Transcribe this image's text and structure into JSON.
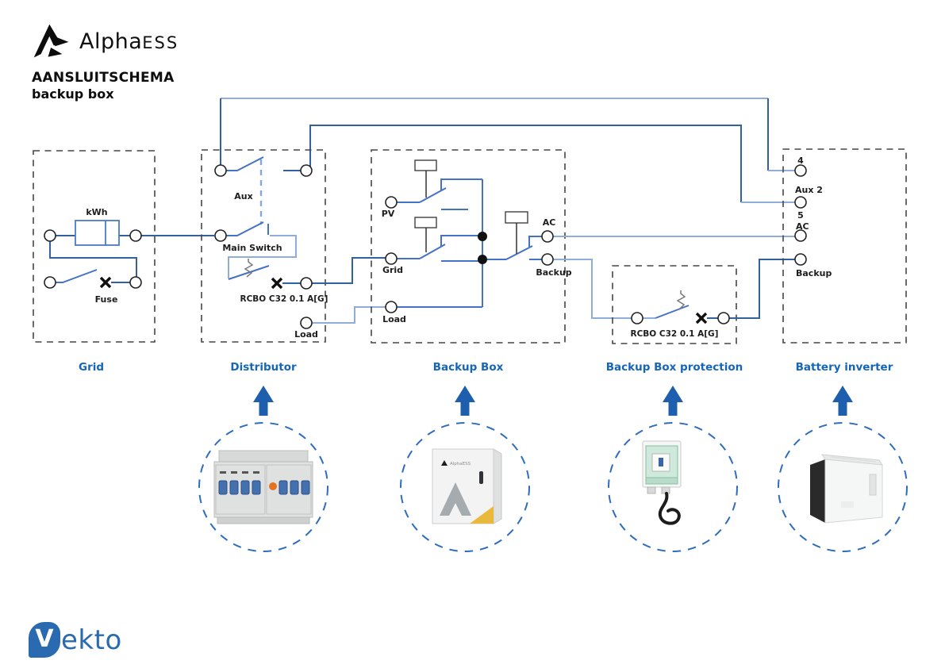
{
  "header": {
    "brand_primary": "Alpha",
    "brand_secondary": "ESS",
    "title_line1": "AANSLUITSCHEMA",
    "title_line2": "backup box"
  },
  "sections": {
    "grid": {
      "label": "Grid",
      "kwh": "kWh",
      "fuse": "Fuse"
    },
    "distributor": {
      "label": "Distributor",
      "aux": "Aux",
      "main_switch": "Main Switch",
      "rcbo": "RCBO C32 0.1 A[G]",
      "load": "Load"
    },
    "backup_box": {
      "label": "Backup Box",
      "pv": "PV",
      "grid": "Grid",
      "load": "Load",
      "ac": "AC",
      "backup": "Backup",
      "product_brand": "AlphaESS"
    },
    "protection": {
      "label": "Backup Box protection",
      "rcbo": "RCBO C32 0.1 A[G]"
    },
    "inverter": {
      "label": "Battery inverter",
      "t4": "4",
      "aux2": "Aux 2",
      "t5": "5",
      "ac": "AC",
      "backup": "Backup"
    }
  },
  "footer": {
    "logo_initial": "V",
    "logo_rest": "ekto"
  },
  "colors": {
    "label_blue": "#1565b8",
    "wire_dark": "#33619f",
    "wire_light": "#8fadd9",
    "wire_mid": "#4472c4",
    "arrow_blue": "#1e5fad",
    "vekto_blue": "#2a6ab0",
    "line_black": "#454545"
  }
}
